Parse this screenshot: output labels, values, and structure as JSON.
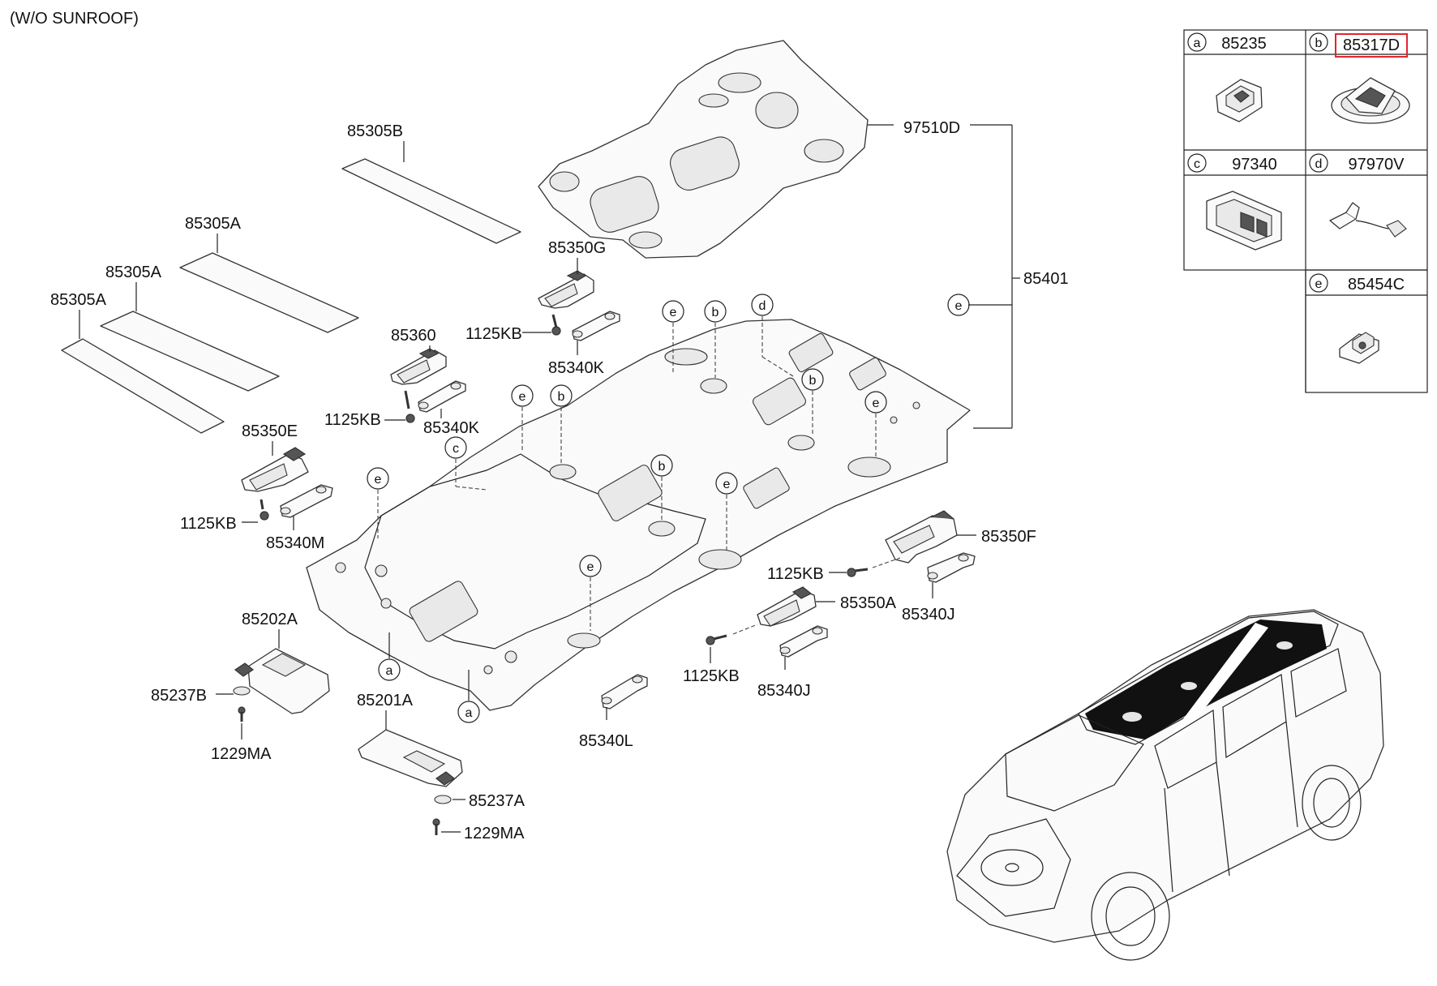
{
  "title": "(W/O SUNROOF)",
  "legend": {
    "cells": [
      {
        "letter": "a",
        "part": "85235",
        "icon": "dome-lamp-base-icon"
      },
      {
        "letter": "b",
        "part": "85317D",
        "highlighted": true,
        "icon": "speaker-grille-ring-icon"
      },
      {
        "letter": "c",
        "part": "97340",
        "icon": "overhead-console-lamp-icon"
      },
      {
        "letter": "d",
        "part": "97970V",
        "icon": "wiring-connector-icon"
      },
      {
        "letter": "e",
        "part": "85454C",
        "icon": "headliner-clip-icon"
      }
    ],
    "highlight_color": "#e0262c"
  },
  "parts": {
    "p97510D": "97510D",
    "p85401": "85401",
    "p85305B": "85305B",
    "p85305A_1": "85305A",
    "p85305A_2": "85305A",
    "p85305A_3": "85305A",
    "p85350G": "85350G",
    "p1125KB_g": "1125KB",
    "p85340K_g": "85340K",
    "p85360": "85360",
    "p1125KB_360": "1125KB",
    "p85340K_360": "85340K",
    "p85350E": "85350E",
    "p1125KB_e": "1125KB",
    "p85340M": "85340M",
    "p85350F": "85350F",
    "p1125KB_f": "1125KB",
    "p85340J_f": "85340J",
    "p85350A": "85350A",
    "p1125KB_a": "1125KB",
    "p85340J_a": "85340J",
    "p85340L": "85340L",
    "p85202A": "85202A",
    "p85237B": "85237B",
    "p1229MA_l": "1229MA",
    "p85201A": "85201A",
    "p85237A": "85237A",
    "p1229MA_r": "1229MA"
  },
  "callouts": {
    "e_right": "e",
    "e1": "e",
    "e2": "e",
    "e3": "e",
    "e4": "e",
    "e5": "e",
    "e6": "e",
    "b1": "b",
    "b2": "b",
    "b3": "b",
    "b4": "b",
    "c1": "c",
    "d1": "d",
    "a1": "a",
    "a2": "a"
  }
}
